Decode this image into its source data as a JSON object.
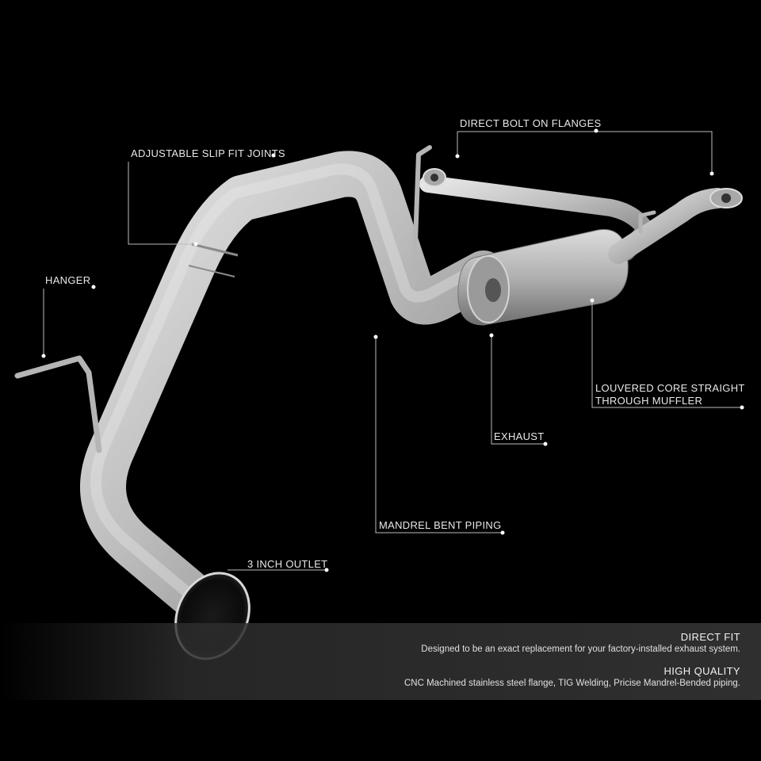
{
  "callouts": {
    "flanges": "DIRECT BOLT ON FLANGES",
    "slip_fit": "ADJUSTABLE SLIP FIT JOINTS",
    "hanger": "HANGER",
    "muffler_line1": "LOUVERED CORE STRAIGHT",
    "muffler_line2": "THROUGH MUFFLER",
    "exhaust": "EXHAUST",
    "mandrel": "MANDREL BENT PIPING",
    "outlet": "3 INCH OUTLET"
  },
  "features": {
    "direct_fit_title": "DIRECT FIT",
    "direct_fit_desc": "Designed to be an exact replacement for your factory-installed exhaust system.",
    "high_quality_title": "HIGH QUALITY",
    "high_quality_desc": "CNC Machined stainless steel flange, TIG Welding, Pricise Mandrel-Bended piping."
  },
  "colors": {
    "background": "#000000",
    "pipe": "#b9b9b9",
    "callout_text": "#e8e8e8"
  }
}
